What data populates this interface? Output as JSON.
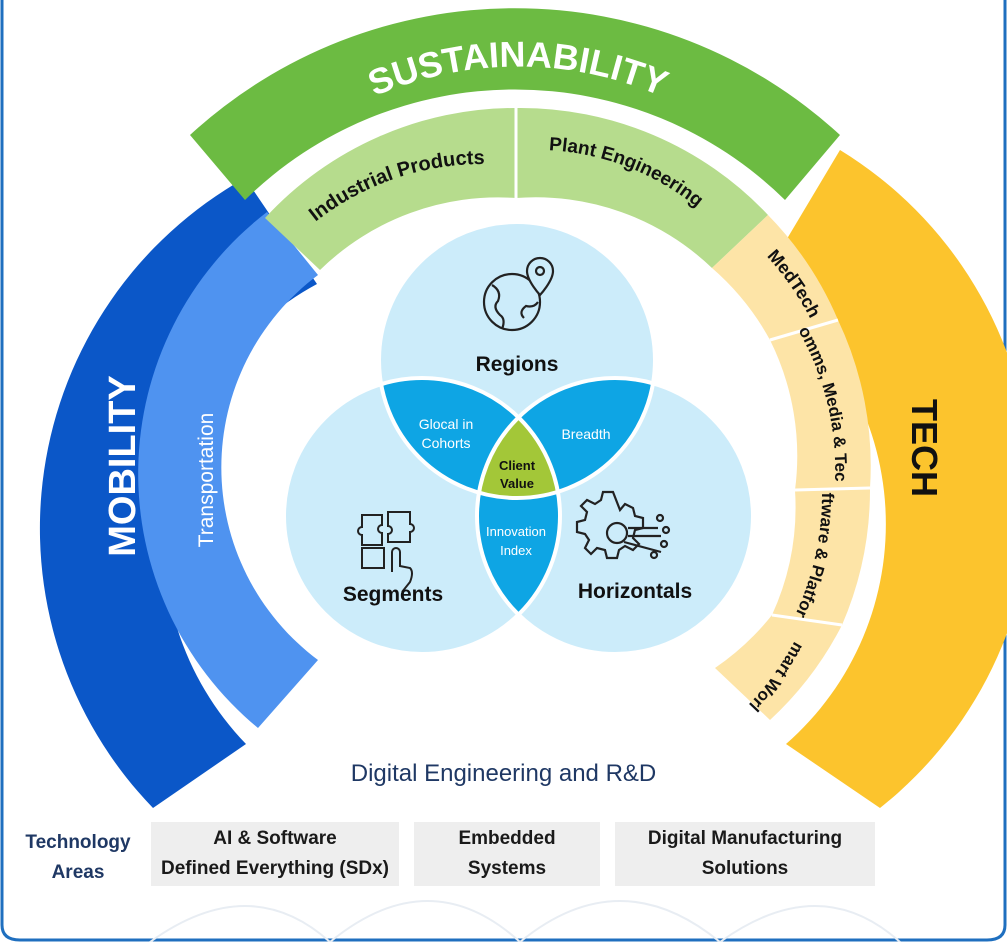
{
  "outer_ring": {
    "left": "MOBILITY",
    "top": "SUSTAINABILITY",
    "right": "TECH"
  },
  "inner_ring": {
    "transportation": "Transportation",
    "industrial_products": "Industrial Products",
    "plant_engineering": "Plant Engineering",
    "tech_segments": [
      "MedTech",
      "Comms, Media & Tech",
      "Software & Platforms",
      "Smart World"
    ]
  },
  "venn": {
    "circles": [
      {
        "label": "Regions",
        "icon": "globe-pin-icon"
      },
      {
        "label": "Segments",
        "icon": "puzzle-hand-icon"
      },
      {
        "label": "Horizontals",
        "icon": "gear-network-icon"
      }
    ],
    "overlaps": {
      "regions_segments": "Glocal in Cohorts",
      "regions_horizontals": "Breadth",
      "segments_horizontals": "Innovation Index",
      "center": "Client Value"
    }
  },
  "tagline": "Digital Engineering and R&D",
  "technology_areas": {
    "label": "Technology Areas",
    "items": [
      "AI & Software Defined Everything (SDx)",
      "Embedded Systems",
      "Digital Manufacturing Solutions"
    ]
  },
  "colors": {
    "mobility": "#0b57c8",
    "transportation": "#4f93f0",
    "sustainability": "#6cbb42",
    "green_light": "#b6dc8d",
    "tech": "#fcc42d",
    "tech_light": "#fde4a7",
    "venn_circle": "#ccecfa",
    "venn_overlap": "#0ea5e4",
    "venn_center": "#a3c738",
    "frame_border": "#1f6fbf"
  }
}
